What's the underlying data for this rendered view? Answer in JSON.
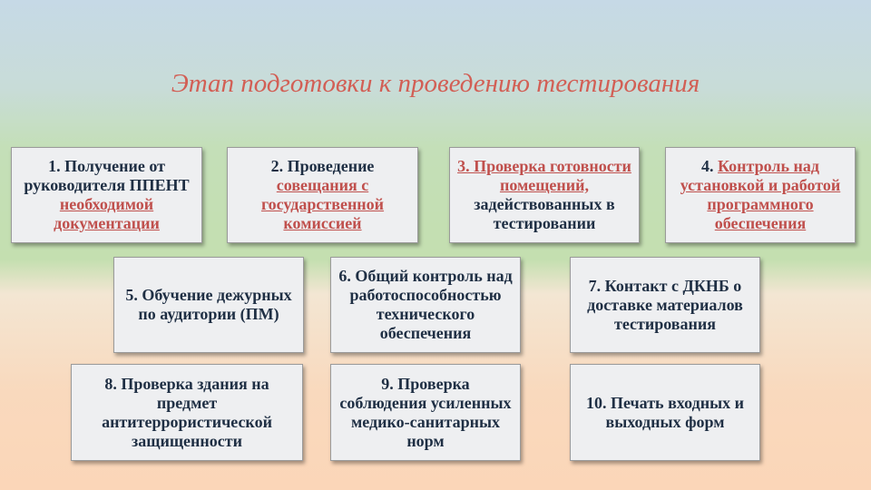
{
  "title": "Этап подготовки к проведению тестирования",
  "boxes": [
    {
      "segments": [
        {
          "text": "1. Получение от руководителя ППЕНТ ",
          "red": false
        },
        {
          "text": "необходимой документации",
          "red": true
        }
      ]
    },
    {
      "segments": [
        {
          "text": "2. Проведение ",
          "red": false
        },
        {
          "text": "совещания с государственной комиссией",
          "red": true
        }
      ]
    },
    {
      "segments": [
        {
          "text": "3. Проверка готовности помещений,",
          "red": true
        },
        {
          "text": " задействованных в тестировании",
          "red": false
        }
      ]
    },
    {
      "segments": [
        {
          "text": "4. ",
          "red": false
        },
        {
          "text": "Контроль над установкой и работой программного обеспечения",
          "red": true
        }
      ]
    },
    {
      "segments": [
        {
          "text": "5. Обучение дежурных по аудитории (ПМ)",
          "red": false
        }
      ]
    },
    {
      "segments": [
        {
          "text": "6. Общий контроль над работоспособностью технического обеспечения",
          "red": false
        }
      ]
    },
    {
      "segments": [
        {
          "text": "7. Контакт с ДКНБ о доставке материалов тестирования",
          "red": false
        }
      ]
    },
    {
      "segments": [
        {
          "text": "8. Проверка здания на предмет антитеррористической защищенности",
          "red": false
        }
      ]
    },
    {
      "segments": [
        {
          "text": "9. Проверка соблюдения усиленных медико-санитарных норм",
          "red": false
        }
      ]
    },
    {
      "segments": [
        {
          "text": "10. Печать входных и выходных форм",
          "red": false
        }
      ]
    }
  ]
}
